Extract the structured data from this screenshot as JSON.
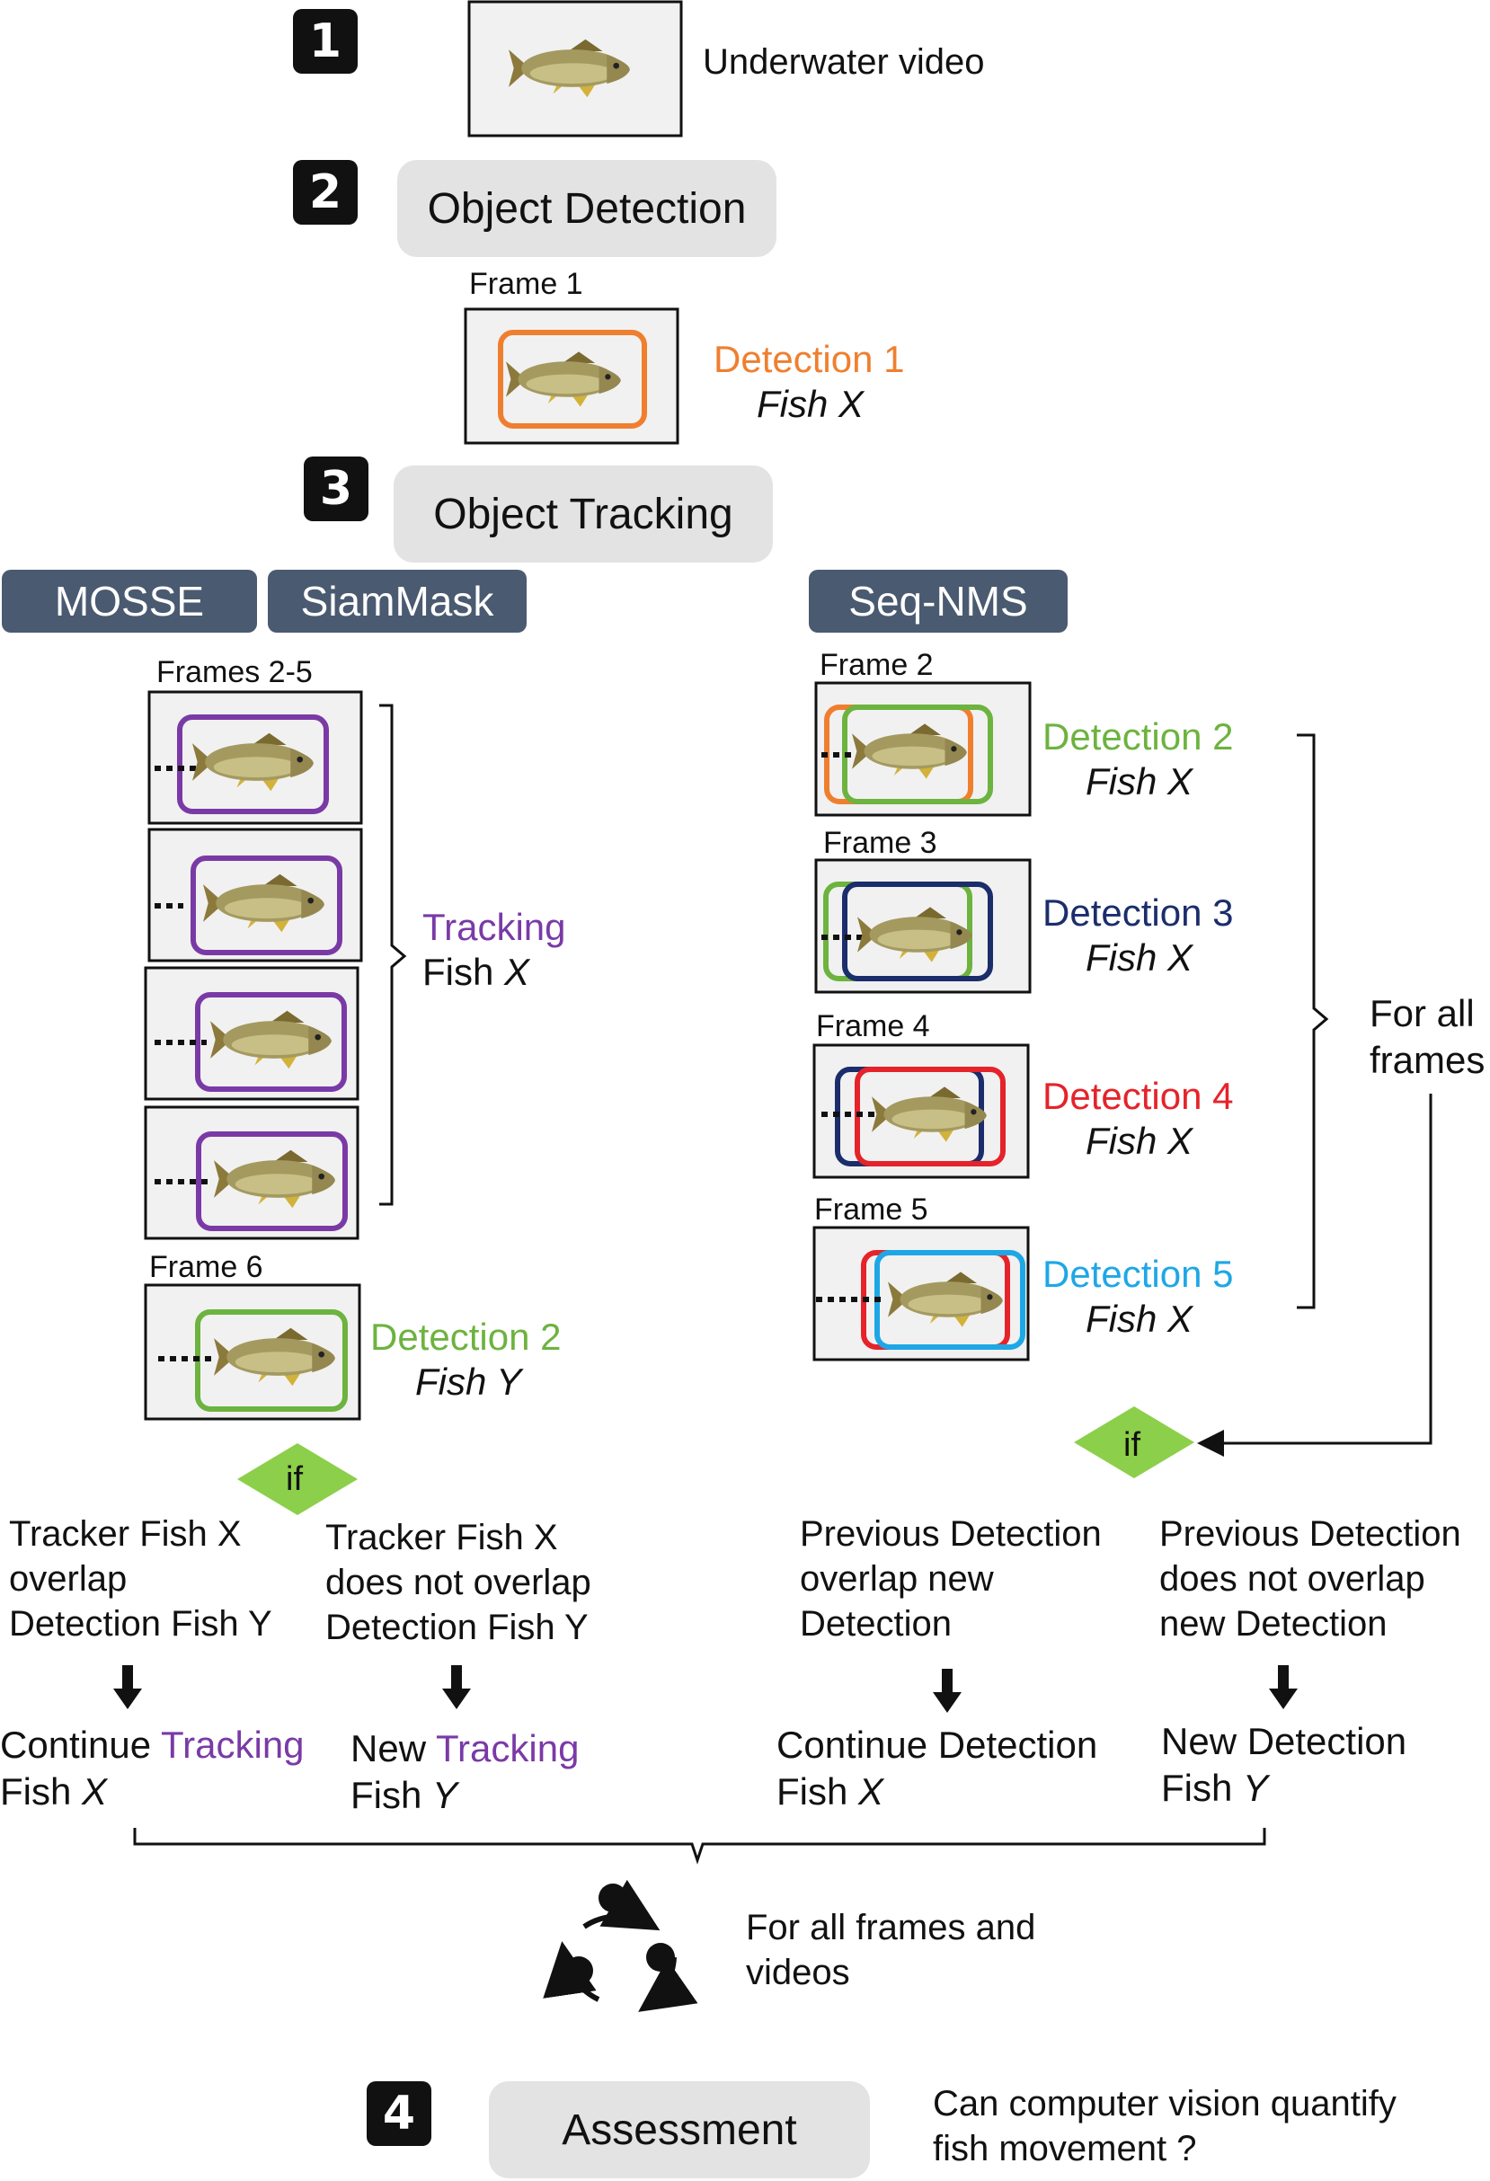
{
  "steps": {
    "step1": {
      "number": "1",
      "label": "Underwater video"
    },
    "step2": {
      "number": "2",
      "label": "Object Detection"
    },
    "step3": {
      "number": "3",
      "label": "Object Tracking"
    },
    "step4": {
      "number": "4",
      "label": "Assessment",
      "question_line1": "Can computer vision quantify",
      "question_line2": "fish movement ?"
    }
  },
  "detection_frame": {
    "frame_label": "Frame 1",
    "det_label": "Detection 1",
    "fish_label": "Fish X"
  },
  "methods": {
    "mosse": "MOSSE",
    "siammask": "SiamMask",
    "seqnms": "Seq-NMS"
  },
  "left_branch": {
    "frames_label": "Frames 2-5",
    "tracking_label": "Tracking",
    "tracking_fish": "Fish",
    "tracking_fish_var": "X",
    "frame6_label": "Frame 6",
    "frame6_det": "Detection 2",
    "frame6_fish": "Fish Y",
    "if_label": "if",
    "cond_a": [
      "Tracker Fish X",
      "overlap",
      "Detection Fish Y"
    ],
    "cond_b": [
      "Tracker Fish X",
      "does not overlap",
      "Detection Fish Y"
    ],
    "out_a_prefix": "Continue ",
    "out_a_color": "Tracking",
    "out_a_fish": "Fish",
    "out_a_var": "X",
    "out_b_prefix": "New ",
    "out_b_color": "Tracking",
    "out_b_fish": "Fish",
    "out_b_var": "Y"
  },
  "right_branch": {
    "frames": [
      {
        "label": "Frame 2",
        "det": "Detection 2",
        "fish": "Fish X"
      },
      {
        "label": "Frame 3",
        "det": "Detection 3",
        "fish": "Fish X"
      },
      {
        "label": "Frame 4",
        "det": "Detection 4",
        "fish": "Fish X"
      },
      {
        "label": "Frame 5",
        "det": "Detection 5",
        "fish": "Fish X"
      }
    ],
    "for_all_line1": "For all",
    "for_all_line2": "frames",
    "if_label": "if",
    "cond_a": [
      "Previous Detection",
      "overlap new",
      "Detection"
    ],
    "cond_b": [
      "Previous Detection",
      "does not overlap",
      "new Detection"
    ],
    "out_a_line1": "Continue Detection",
    "out_a_fish": "Fish",
    "out_a_var": "X",
    "out_b_line1": "New Detection",
    "out_b_fish": "Fish",
    "out_b_var": "Y"
  },
  "loop": {
    "line1": "For all frames and",
    "line2": "videos"
  },
  "colors": {
    "tracking": "#7a3aa6",
    "det1": "#ef7f2f",
    "det2": "#6db33f",
    "det3": "#1b2d6b",
    "det4": "#e5232a",
    "det5": "#1ea7e6",
    "method_tag": "#4a5a70",
    "step_pill": "#e3e3e3",
    "diamond": "#8ccf4a"
  }
}
